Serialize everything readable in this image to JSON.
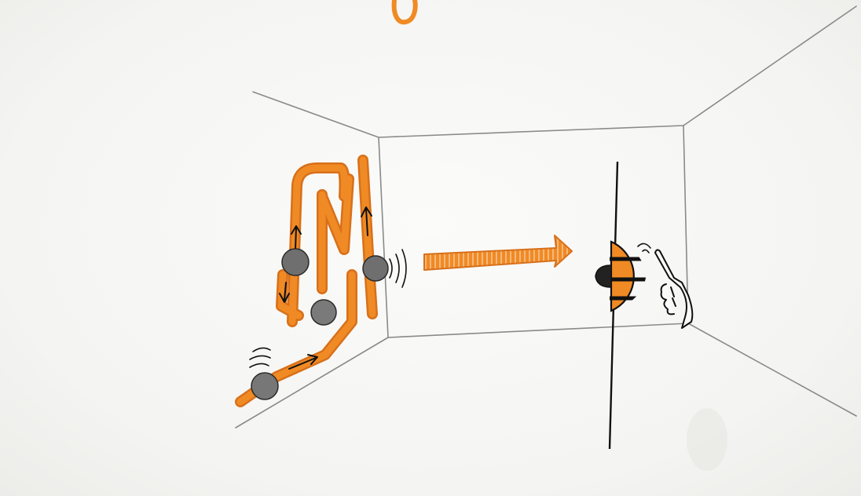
{
  "scene": {
    "subject": "sketch",
    "colors": {
      "paper": "#f7f7f5",
      "pencil": "#8a8a8a",
      "ink": "#111111",
      "orange": "#f08a24",
      "orange_dark": "#d8701a",
      "ball": "#6f6f6f",
      "ball_dark": "#4a4a4a"
    },
    "icons": [
      "marble-track",
      "marble",
      "arrow",
      "dome-button",
      "pointing-hand"
    ]
  }
}
